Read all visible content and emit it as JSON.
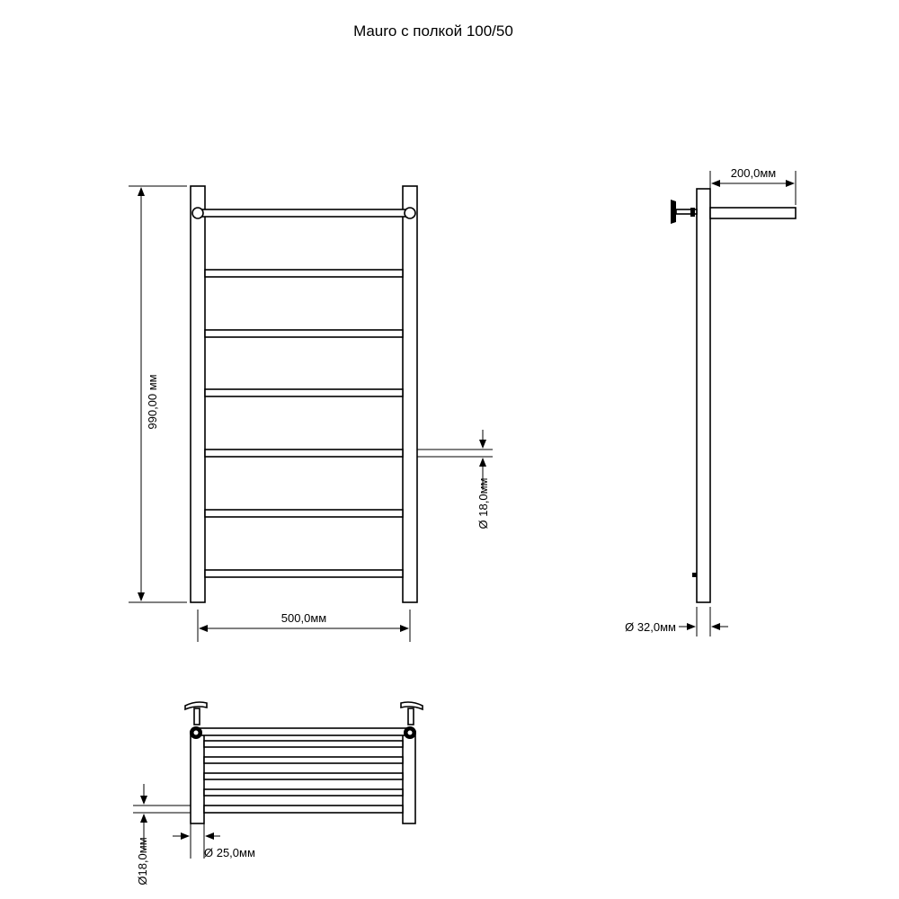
{
  "title": "Mauro с полкой 100/50",
  "dimensions": {
    "height": "990,00 мм",
    "width": "500,0мм",
    "rung_diameter_front": "Ø 18,0мм",
    "shelf_depth": "200,0мм",
    "pipe_diameter": "Ø 32,0мм",
    "rung_diameter_top": "Ø18,0мм",
    "shelf_pipe_diameter": "Ø 25,0мм"
  }
}
